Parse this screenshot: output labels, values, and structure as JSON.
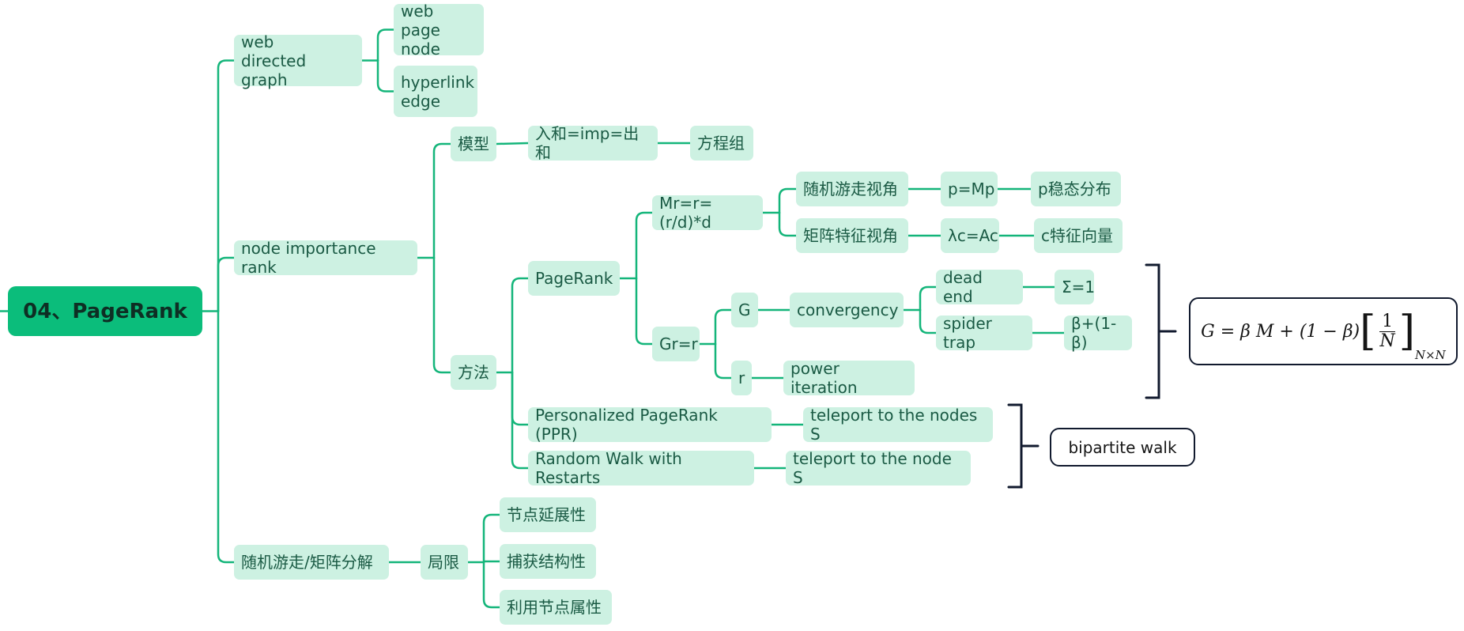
{
  "root": {
    "label": "04、PageRank"
  },
  "nodes": {
    "web_graph": "web\ndirected graph",
    "web_page_node": "web page\nnode",
    "hyperlink_edge": "hyperlink\nedge",
    "node_importance_rank": "node importance rank",
    "model": "模型",
    "in_imp_out": "入和=imp=出和",
    "equations": "方程组",
    "method": "方法",
    "pagerank": "PageRank",
    "mr_eq": "Mr=r=(r/d)*d",
    "random_walk_view": "随机游走视角",
    "p_mp": "p=Mp",
    "p_stationary": "p稳态分布",
    "matrix_eigen_view": "矩阵特征视角",
    "lambda_c": "λc=Ac",
    "c_eigenvector": "c特征向量",
    "gr_r": "Gr=r",
    "g": "G",
    "convergency": "convergency",
    "dead_end": "dead end",
    "sigma_1": "Σ=1",
    "spider_trap": "spider trap",
    "beta_plus": "β+(1-β)",
    "r": "r",
    "power_iteration": "power iteration",
    "ppr": "Personalized PageRank (PPR)",
    "teleport_nodes_s": "teleport to the nodes S",
    "rwr": "Random Walk with Restarts",
    "teleport_node_s": "teleport to the node S",
    "rw_matrix_fact": "随机游走/矩阵分解",
    "limitations": "局限",
    "node_extensibility": "节点延展性",
    "capture_structure": "捕获结构性",
    "use_node_attrs": "利用节点属性"
  },
  "callouts": {
    "bipartite": "bipartite walk",
    "formula": {
      "lhs": "G = β M + (1 − β)",
      "numerator": "1",
      "denominator": "N",
      "subscript": "N×N"
    }
  },
  "colors": {
    "line": "#14b57a",
    "node_fill": "#cdf1e2",
    "node_text": "#1a5a44",
    "root_fill": "#0bbd7b",
    "bracket": "#111a2e"
  }
}
